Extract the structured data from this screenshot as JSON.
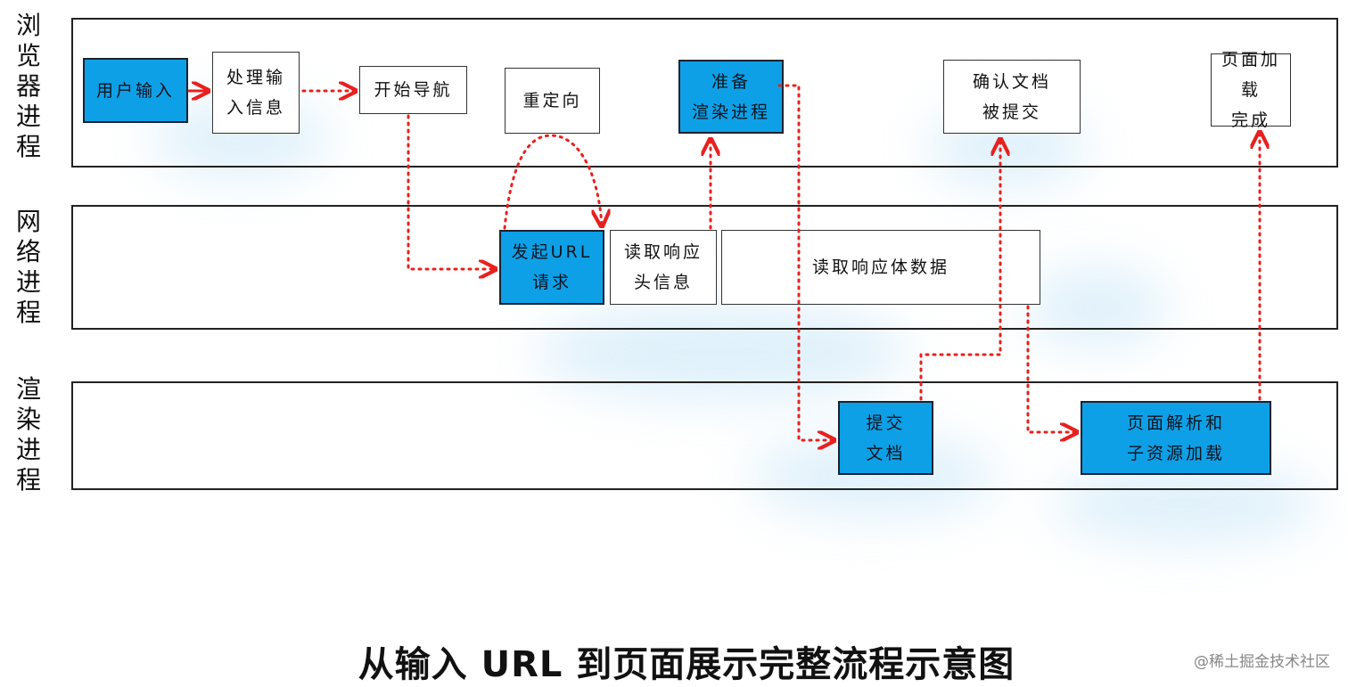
{
  "lanes": {
    "browser": {
      "label": [
        "浏",
        "览",
        "器",
        "进",
        "程"
      ]
    },
    "network": {
      "label": [
        "网",
        "络",
        "进",
        "程"
      ]
    },
    "renderer": {
      "label": [
        "渲",
        "染",
        "进",
        "程"
      ]
    }
  },
  "nodes": {
    "user_input": "用户输入",
    "process_input": "处理输\n入信息",
    "start_navigation": "开始导航",
    "redirect": "重定向",
    "prepare_renderer": "准备\n渲染进程",
    "confirm_document": "确认文档\n被提交",
    "page_loaded": "页面加载\n完成",
    "url_request": "发起URL\n请求",
    "read_response_headers": "读取响应\n头信息",
    "read_response_body": "读取响应体数据",
    "commit_document": "提交\n文档",
    "parse_and_load": "页面解析和\n子资源加载"
  },
  "colors": {
    "highlight": "#0ea0e6",
    "arrow": "#e8201e",
    "border": "#222222"
  },
  "caption": "从输入 URL 到页面展示完整流程示意图",
  "watermark": "@稀土掘金技术社区"
}
